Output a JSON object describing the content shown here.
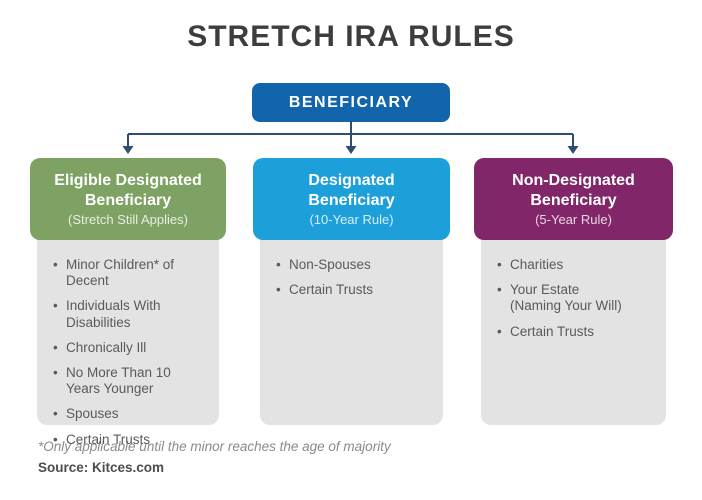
{
  "title": "STRETCH IRA RULES",
  "root": {
    "label": "BENEFICIARY"
  },
  "columns": [
    {
      "heading": "Eligible Designated\nBeneficiary",
      "subheading": "(Stretch Still Applies)",
      "color": "#7da263",
      "items": [
        "Minor Children* of\nDecent",
        "Individuals With\nDisabilities",
        "Chronically Ill",
        "No More Than 10\nYears Younger",
        "Spouses",
        "Certain Trusts"
      ]
    },
    {
      "heading": "Designated\nBeneficiary",
      "subheading": "(10-Year Rule)",
      "color": "#1da0da",
      "items": [
        "Non-Spouses",
        "Certain Trusts"
      ]
    },
    {
      "heading": "Non-Designated\nBeneficiary",
      "subheading": "(5-Year Rule)",
      "color": "#82266a",
      "items": [
        "Charities",
        "Your Estate\n(Naming Your Will)",
        "Certain Trusts"
      ]
    }
  ],
  "footnote": "*Only applicable until the minor reaches the age of majority",
  "source": "Source: Kitces.com",
  "colors": {
    "root_box": "#1264ab",
    "connector": "#2d4d72",
    "list_bg": "#e3e3e3",
    "title_text": "#3d3d3d"
  }
}
